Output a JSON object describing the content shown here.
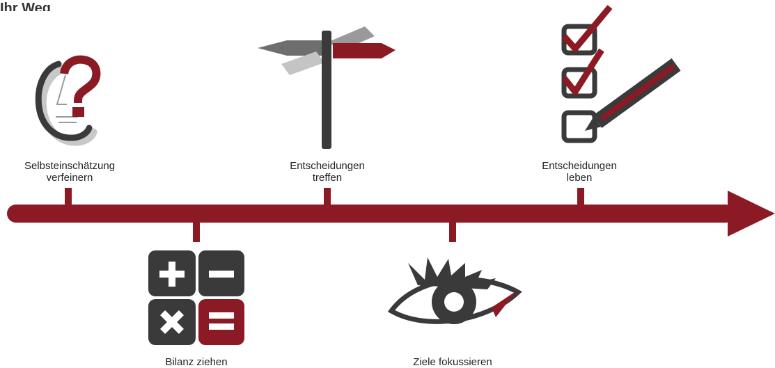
{
  "title": "Ihr Weg",
  "colors": {
    "accent": "#8b1a25",
    "dark": "#3a3a3a",
    "grey": "#7a7a7a",
    "light": "#c4c4c4"
  },
  "steps": [
    {
      "id": "self-assessment",
      "icon": "question-head-icon",
      "position": "above",
      "lines": [
        "Selbsteinschätzung",
        "verfeinern"
      ]
    },
    {
      "id": "balance",
      "icon": "calculator-icon",
      "position": "below",
      "lines": [
        "Bilanz ziehen"
      ]
    },
    {
      "id": "decisions-make",
      "icon": "signpost-icon",
      "position": "above",
      "lines": [
        "Entscheidungen",
        "treffen"
      ]
    },
    {
      "id": "goals",
      "icon": "eye-icon",
      "position": "below",
      "lines": [
        "Ziele fokussieren"
      ]
    },
    {
      "id": "decisions-live",
      "icon": "checklist-icon",
      "position": "above",
      "lines": [
        "Entscheidungen",
        "leben"
      ]
    }
  ]
}
